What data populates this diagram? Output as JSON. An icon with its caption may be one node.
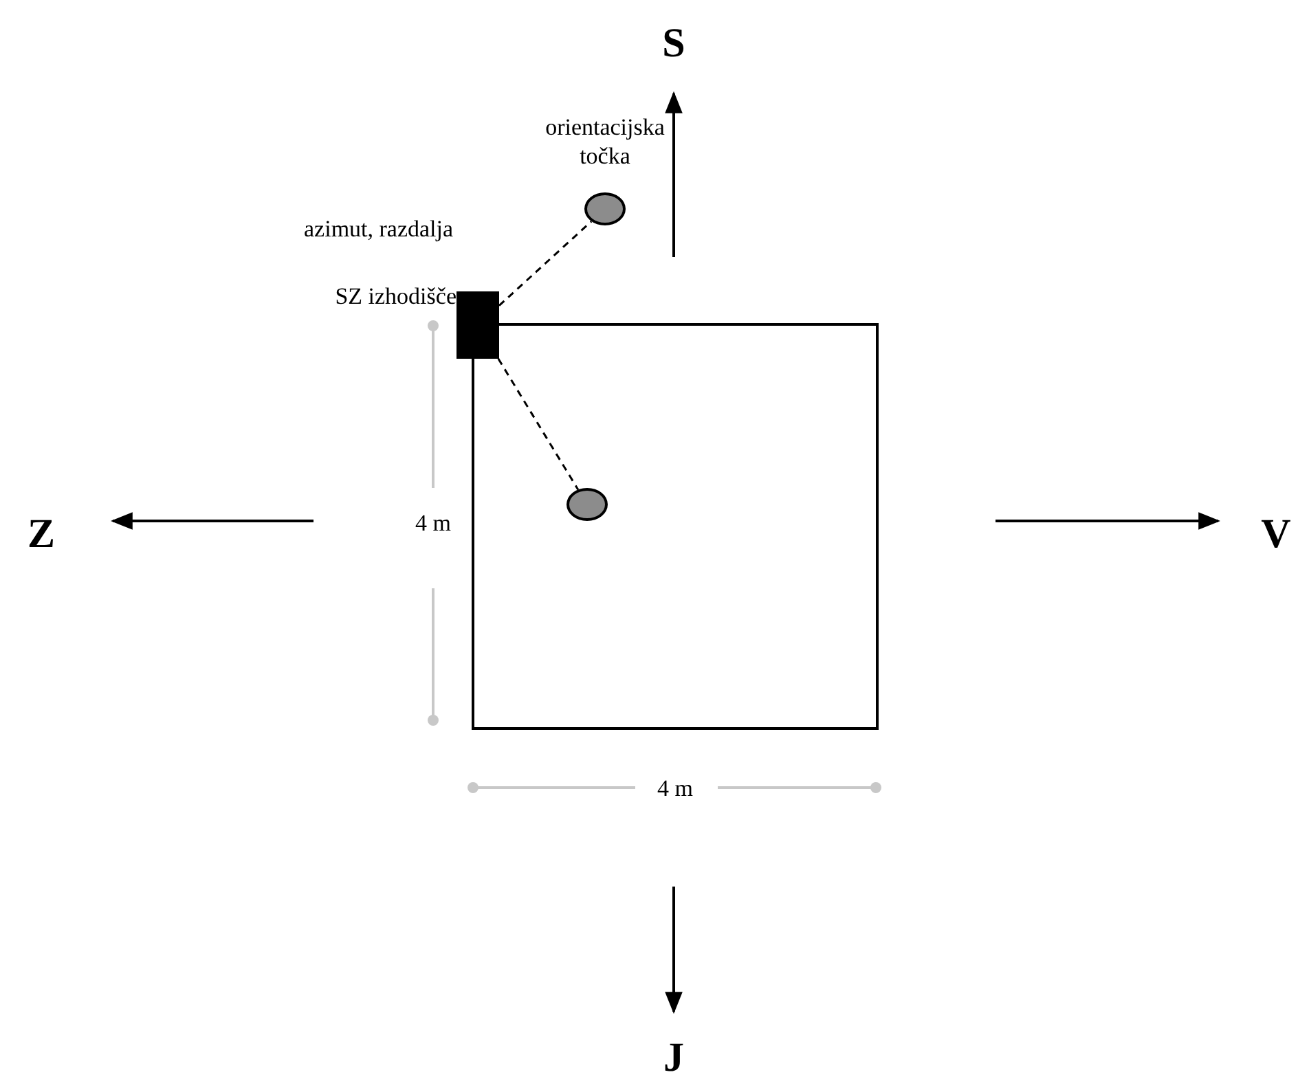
{
  "diagram": {
    "nodes": [
      {
        "text": [],
        "shape": "box"
      },
      {
        "text": [],
        "shape": "box",
        "beside": [
          "SZ izhodišče"
        ]
      },
      {
        "text": [],
        "shape": "circle",
        "beside": [
          "orientacijska točka"
        ]
      },
      {
        "text": [],
        "shape": "circle",
        "in": 0
      }
    ],
    "edges": [
      {
        "from": 1,
        "to": 2,
        "arrow": "none",
        "style": "dashed",
        "label": "azimut, razdalja"
      },
      {
        "from": 1,
        "to": 3,
        "arrow": "none",
        "style": "dashed"
      }
    ],
    "labels": [
      "S",
      "Z",
      "V",
      "J",
      "4 m",
      "4 m"
    ]
  }
}
